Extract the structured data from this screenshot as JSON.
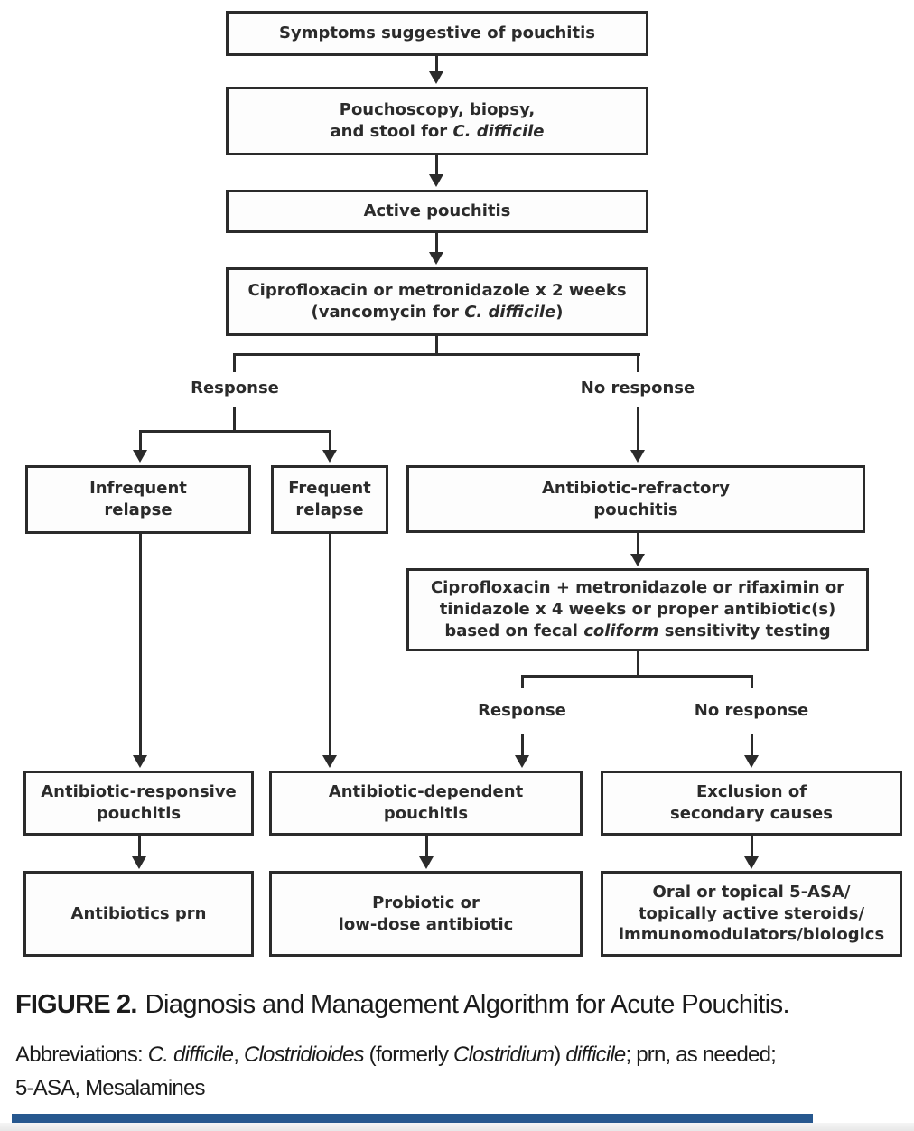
{
  "figure": {
    "boxes": [
      {
        "id": "symptoms",
        "lines": [
          [
            "Symptoms suggestive of pouchitis"
          ]
        ]
      },
      {
        "id": "pouchoscopy",
        "lines": [
          [
            "Pouchoscopy, biopsy,"
          ],
          [
            "and stool for ",
            {
              "t": "C. difficile",
              "i": true
            }
          ]
        ]
      },
      {
        "id": "active",
        "lines": [
          [
            "Active pouchitis"
          ]
        ]
      },
      {
        "id": "cipro2wk",
        "lines": [
          [
            "Ciprofloxacin or metronidazole x 2 weeks"
          ],
          [
            "(vancomycin for ",
            {
              "t": "C. difficile",
              "i": true
            },
            ")"
          ]
        ]
      },
      {
        "id": "infrequent",
        "lines": [
          [
            "Infrequent"
          ],
          [
            "relapse"
          ]
        ]
      },
      {
        "id": "frequent",
        "lines": [
          [
            "Frequent"
          ],
          [
            "relapse"
          ]
        ]
      },
      {
        "id": "refractory",
        "lines": [
          [
            "Antibiotic-refractory"
          ],
          [
            "pouchitis"
          ]
        ]
      },
      {
        "id": "cipro4wk",
        "lines": [
          [
            "Ciprofloxacin + metronidazole or rifaximin or"
          ],
          [
            "tinidazole x 4 weeks or proper antibiotic(s)"
          ],
          [
            "based on fecal ",
            {
              "t": "coliform",
              "i": true
            },
            " sensitivity testing"
          ]
        ]
      },
      {
        "id": "responsive",
        "lines": [
          [
            "Antibiotic-responsive"
          ],
          [
            "pouchitis"
          ]
        ]
      },
      {
        "id": "dependent",
        "lines": [
          [
            "Antibiotic-dependent"
          ],
          [
            "pouchitis"
          ]
        ]
      },
      {
        "id": "exclusion",
        "lines": [
          [
            "Exclusion of"
          ],
          [
            "secondary causes"
          ]
        ]
      },
      {
        "id": "antibioticsprn",
        "lines": [
          [
            "Antibiotics prn"
          ]
        ]
      },
      {
        "id": "probiotic",
        "lines": [
          [
            "Probiotic or"
          ],
          [
            "low-dose antibiotic"
          ]
        ]
      },
      {
        "id": "oral5asa",
        "lines": [
          [
            "Oral or topical 5-ASA/"
          ],
          [
            "topically active steroids/"
          ],
          [
            "immunomodulators/biologics"
          ]
        ]
      }
    ],
    "branch_labels": [
      {
        "id": "response1",
        "text": "Response"
      },
      {
        "id": "noresponse1",
        "text": "No response"
      },
      {
        "id": "response2",
        "text": "Response"
      },
      {
        "id": "noresponse2",
        "text": "No response"
      }
    ]
  },
  "caption": {
    "tag": "FIGURE 2.",
    "text": "Diagnosis and Management Algorithm for Acute Pouchitis."
  },
  "abbreviations": {
    "runs": [
      "Abbreviations: ",
      {
        "t": "C. difficile",
        "i": true
      },
      ", ",
      {
        "t": "Clostridioides",
        "i": true
      },
      " (formerly ",
      {
        "t": "Clostridium",
        "i": true
      },
      ") ",
      {
        "t": "difficile",
        "i": true
      },
      "; prn, as needed;",
      {
        "br": true
      },
      "5-ASA, Mesalamines"
    ]
  },
  "colors": {
    "accent_bar": "#27588f",
    "line": "#2b2b2b"
  }
}
